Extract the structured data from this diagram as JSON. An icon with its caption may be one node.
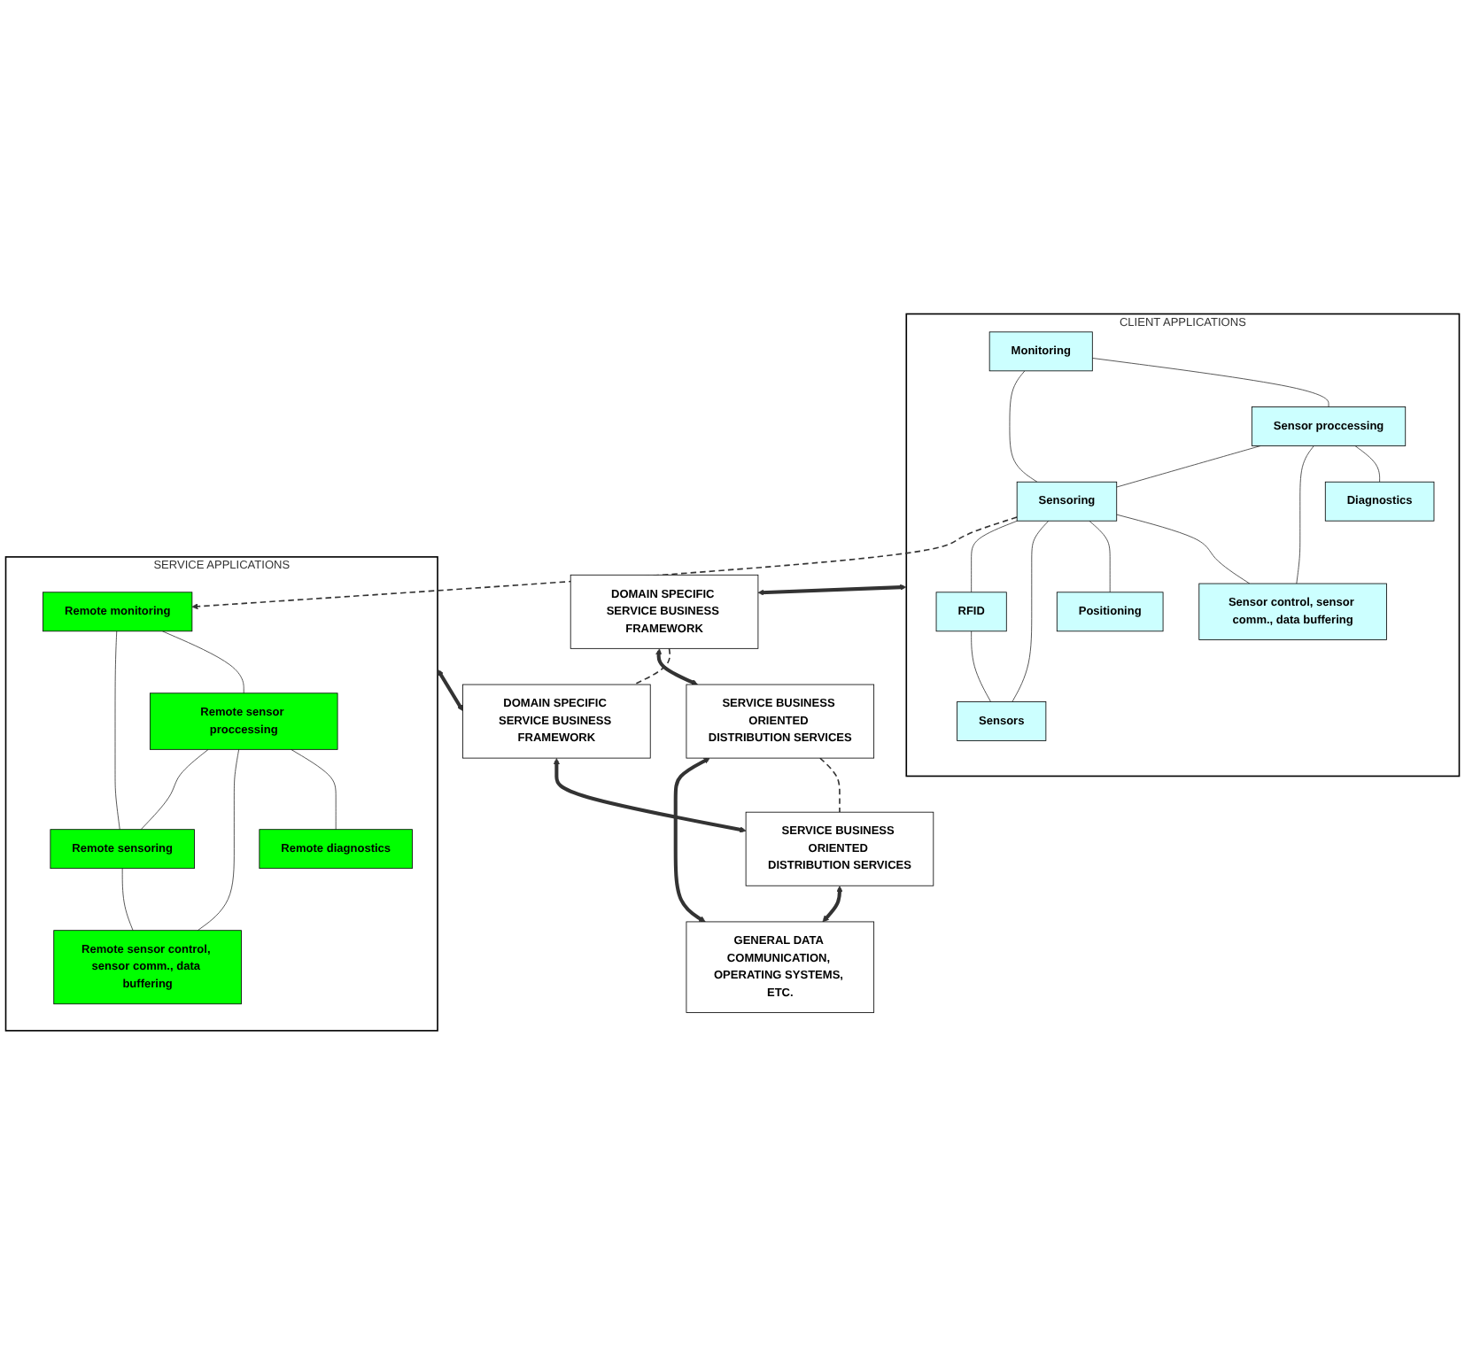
{
  "diagram": {
    "nodes": [
      {
        "text": [
          "CLIENT APPLICATIONS"
        ]
      },
      {
        "text": [
          "Monitoring"
        ],
        "in": 0
      },
      {
        "text": [
          "Diagnostics"
        ],
        "in": 0
      },
      {
        "text": [
          "Sensor proccessing"
        ],
        "in": 0
      },
      {
        "text": [
          "Sensor control, sensor comm., data buffering"
        ],
        "in": 0
      },
      {
        "text": [
          "Sensoring"
        ],
        "in": 0
      },
      {
        "text": [
          "Positioning"
        ],
        "in": 0
      },
      {
        "text": [
          "RFID"
        ],
        "in": 0
      },
      {
        "text": [
          "Sensors"
        ],
        "in": 0
      },
      {
        "text": [
          "SERVICE APPLICATIONS"
        ]
      },
      {
        "text": [
          "Remote monitoring"
        ],
        "in": 9
      },
      {
        "text": [
          "Remote diagnostics"
        ],
        "in": 9
      },
      {
        "text": [
          "Remote sensor proccessing"
        ],
        "in": 9
      },
      {
        "text": [
          "Remote sensor control, sensor comm., data buffering"
        ],
        "in": 9
      },
      {
        "text": [
          "Remote sensoring"
        ],
        "in": 9
      },
      {
        "text": [
          "DOMAIN SPECIFIC SERVICE BUSINESS FRAMEWORK"
        ]
      },
      {
        "text": [
          "DOMAIN SPECIFIC SERVICE BUSINESS FRAMEWORK"
        ]
      },
      {
        "text": [
          "SERVICE BUSINESS ORIENTED DISTRIBUTION SERVICES"
        ]
      },
      {
        "text": [
          "SERVICE BUSINESS ORIENTED DISTRIBUTION SERVICES"
        ]
      },
      {
        "text": [
          "GENERAL DATA COMMUNICATION, OPERATING SYSTEMS, ETC."
        ]
      }
    ],
    "edges": [
      {
        "from": 1,
        "to": 3,
        "arrow": "none"
      },
      {
        "from": 1,
        "to": 5,
        "arrow": "none"
      },
      {
        "from": 3,
        "to": 2,
        "arrow": "none"
      },
      {
        "from": 3,
        "to": 4,
        "arrow": "none"
      },
      {
        "from": 3,
        "to": 5,
        "arrow": "none"
      },
      {
        "from": 5,
        "to": 4,
        "arrow": "none"
      },
      {
        "from": 5,
        "to": 6,
        "arrow": "none"
      },
      {
        "from": 5,
        "to": 8,
        "arrow": "none"
      },
      {
        "from": 5,
        "to": 7,
        "arrow": "none"
      },
      {
        "from": 7,
        "to": 8,
        "arrow": "none"
      },
      {
        "from": 5,
        "to": 10,
        "arrow": "to",
        "style": "dashed"
      },
      {
        "from": 10,
        "to": 12,
        "arrow": "none"
      },
      {
        "from": 10,
        "to": 14,
        "arrow": "none"
      },
      {
        "from": 12,
        "to": 11,
        "arrow": "none"
      },
      {
        "from": 12,
        "to": 13,
        "arrow": "none"
      },
      {
        "from": 12,
        "to": 14,
        "arrow": "none"
      },
      {
        "from": 14,
        "to": 13,
        "arrow": "none"
      },
      {
        "from": 0,
        "to": 15,
        "arrow": "both",
        "style": "thick"
      },
      {
        "from": 9,
        "to": 16,
        "arrow": "both",
        "style": "thick"
      },
      {
        "from": 15,
        "to": 16,
        "arrow": "none",
        "style": "dashed"
      },
      {
        "from": 15,
        "to": 17,
        "arrow": "both",
        "style": "thick"
      },
      {
        "from": 16,
        "to": 18,
        "arrow": "both",
        "style": "thick"
      },
      {
        "from": 17,
        "to": 18,
        "arrow": "none",
        "style": "dashed"
      },
      {
        "from": 17,
        "to": 19,
        "arrow": "both",
        "style": "thick"
      },
      {
        "from": 18,
        "to": 19,
        "arrow": "both",
        "style": "thick"
      }
    ]
  }
}
